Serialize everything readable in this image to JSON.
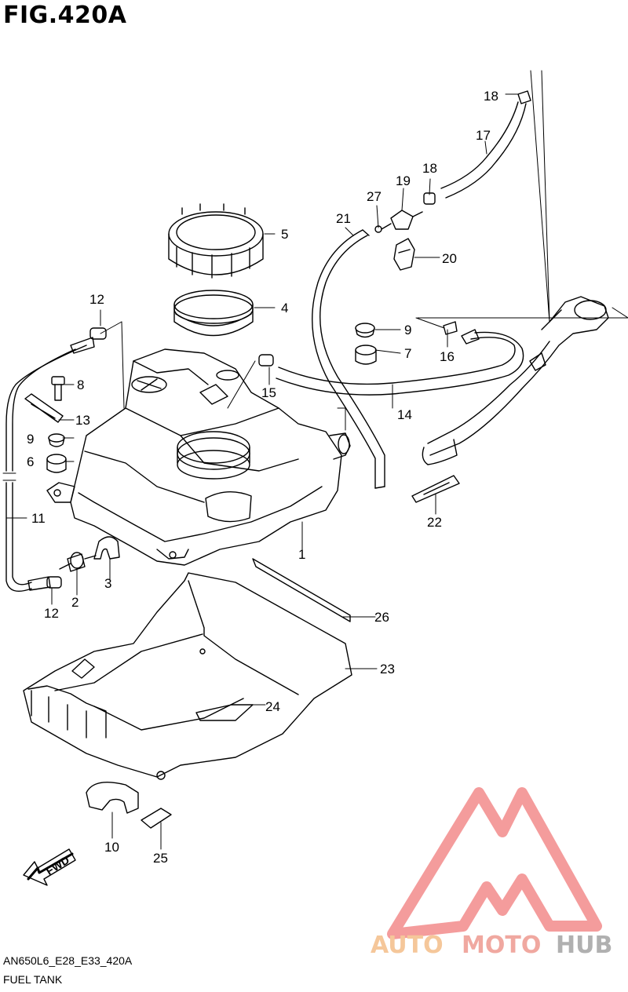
{
  "figure": {
    "title": "FIG.420A"
  },
  "footer": {
    "code": "AN650L6_E28_E33_420A",
    "name": "FUEL TANK"
  },
  "direction_label": "FWD",
  "watermark": {
    "part1": "AUTO",
    "part2": "MOTO",
    "part3": "HUB",
    "color1": "#f5c79a",
    "color2": "#f0a8a0",
    "color3": "#b0b0b0",
    "logo_color": "#f28b8b"
  },
  "callouts": {
    "p1": "1",
    "p2": "2",
    "p3": "3",
    "p4": "4",
    "p5": "5",
    "p6": "6",
    "p7": "7",
    "p8": "8",
    "p9a": "9",
    "p9b": "9",
    "p10": "10",
    "p11": "11",
    "p12a": "12",
    "p12b": "12",
    "p13": "13",
    "p14": "14",
    "p15": "15",
    "p16": "16",
    "p17": "17",
    "p18a": "18",
    "p18b": "18",
    "p19": "19",
    "p20": "20",
    "p21": "21",
    "p22": "22",
    "p23": "23",
    "p24": "24",
    "p25": "25",
    "p26": "26",
    "p27": "27"
  }
}
